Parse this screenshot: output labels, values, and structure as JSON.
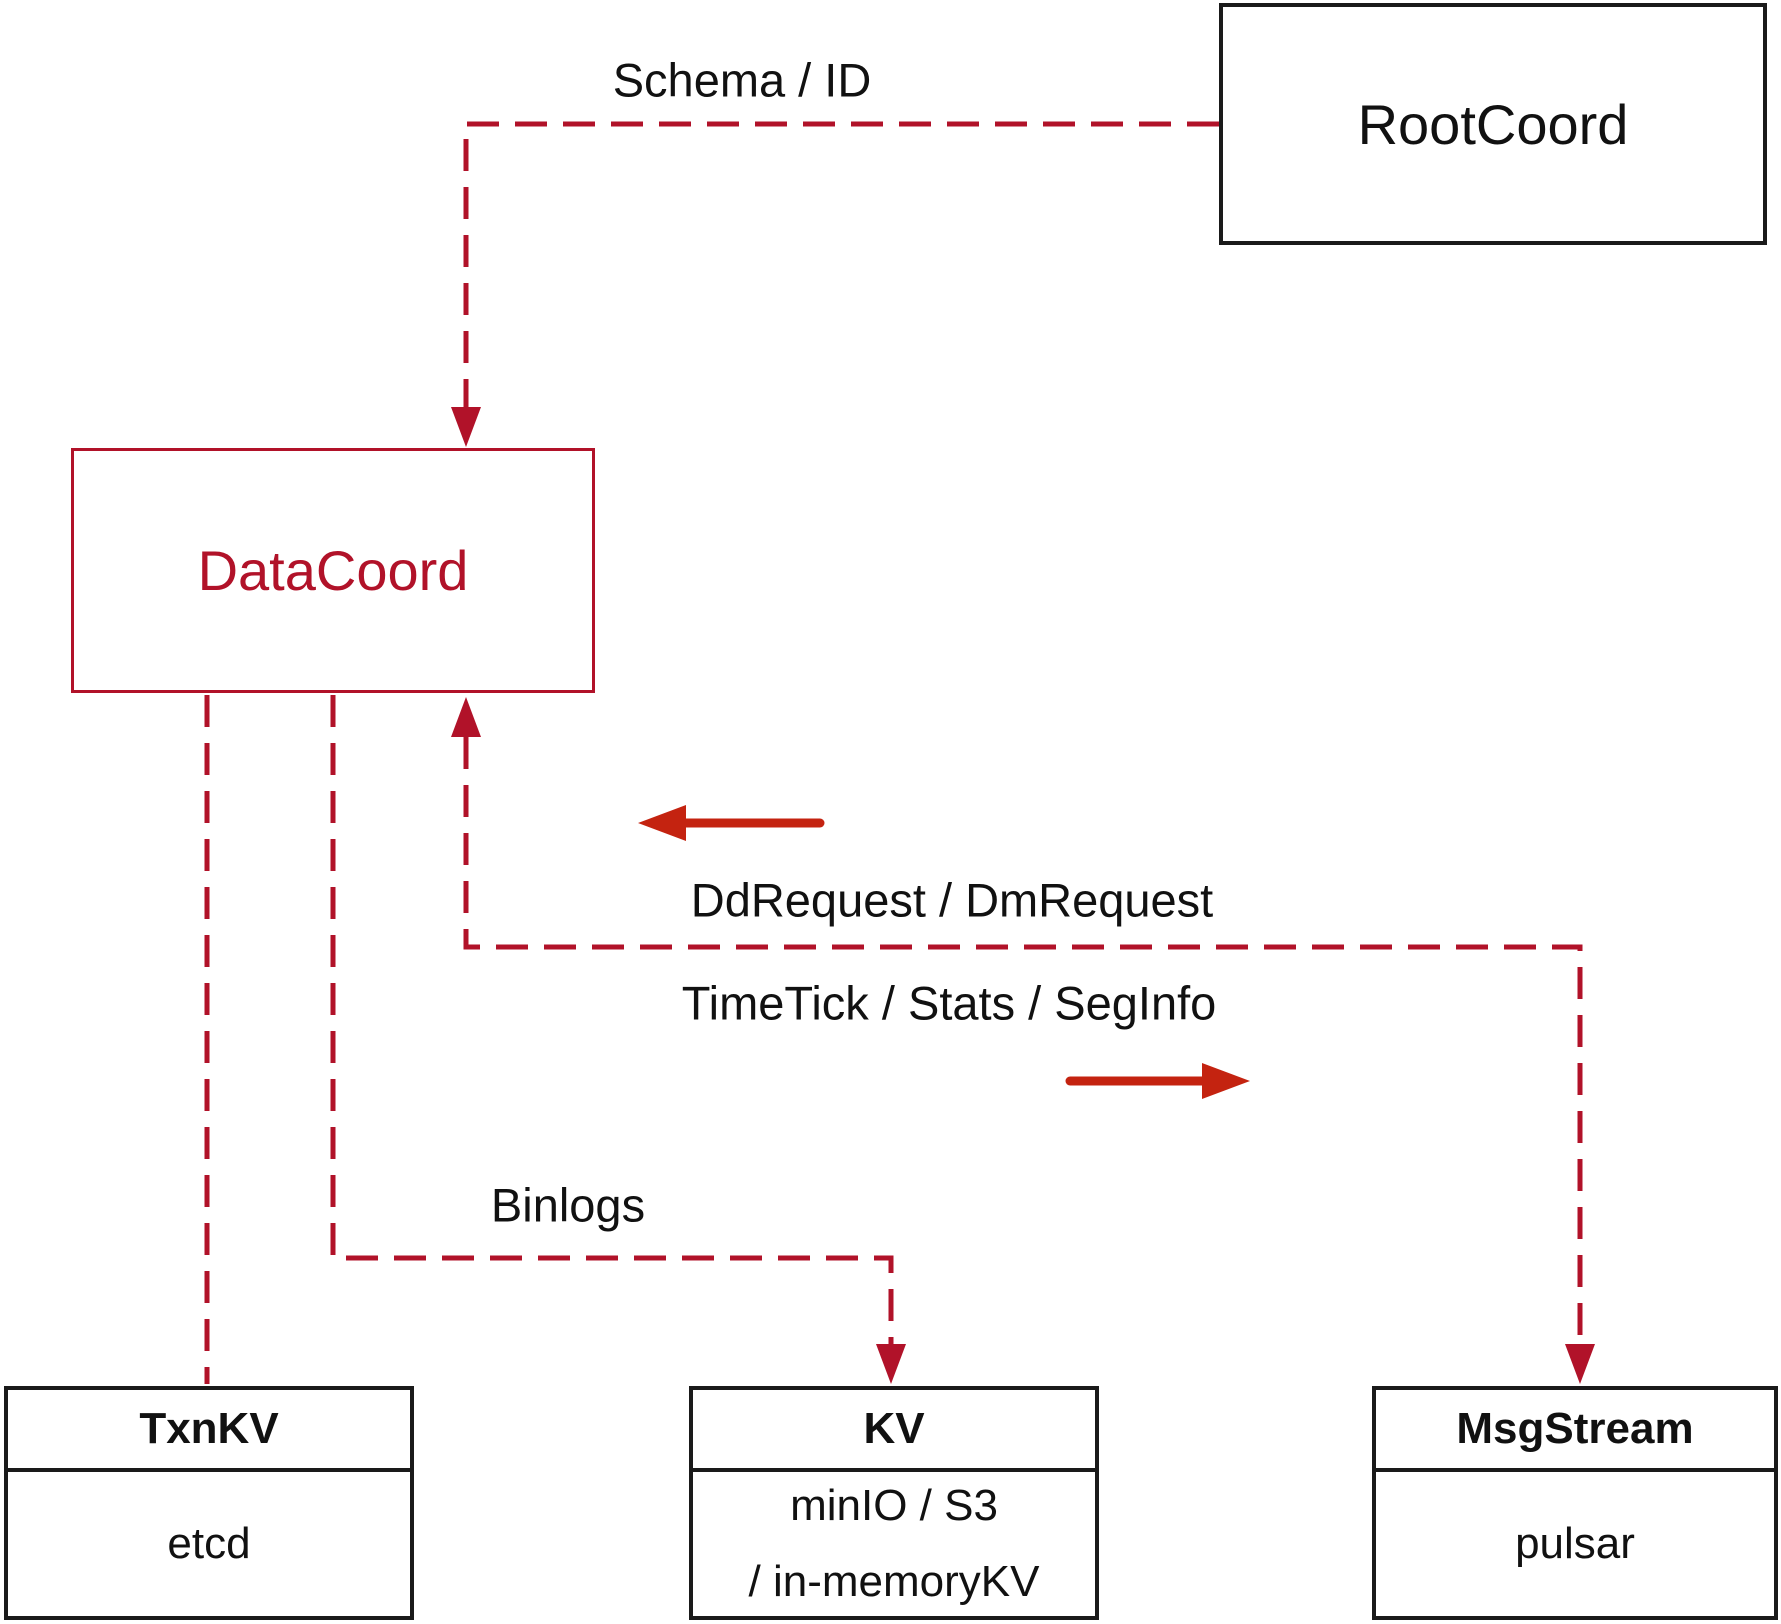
{
  "diagram": {
    "nodes": {
      "rootcoord": {
        "label": "RootCoord"
      },
      "datacoord": {
        "label": "DataCoord"
      },
      "txnkv": {
        "title": "TxnKV",
        "content": "etcd"
      },
      "kv": {
        "title": "KV",
        "content_line_1": "minIO / S3",
        "content_line_2": "/ in-memoryKV"
      },
      "msgstream": {
        "title": "MsgStream",
        "content": "pulsar"
      }
    },
    "edge_labels": {
      "schema_id": "Schema / ID",
      "dd_request": "DdRequest / DmRequest",
      "time_tick": "TimeTick / Stats / SegInfo",
      "binlogs": "Binlogs"
    },
    "colors": {
      "crimson_dashed_lines": "#B11229",
      "vermillion_solid_arrows": "#C42310",
      "box_border_black": "#1A1A1A",
      "text_black": "#111111",
      "background": "#FFFFFF"
    }
  }
}
